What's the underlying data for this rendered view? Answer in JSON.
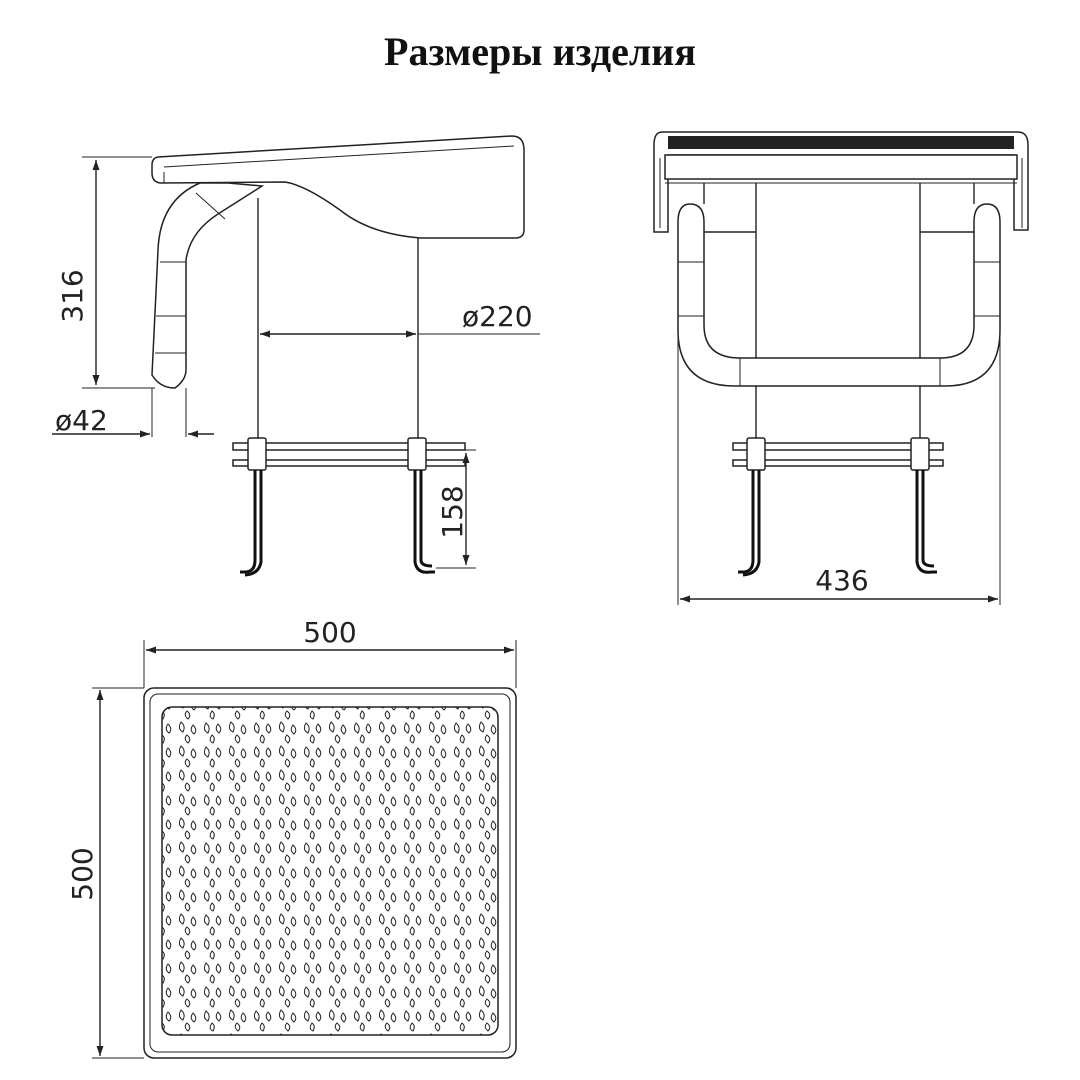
{
  "title": "Размеры изделия",
  "dimensions": {
    "height_316": "316",
    "tube_diameter": "42",
    "bolt_spacing": "220",
    "bolt_height": "158",
    "width_436": "436",
    "seat_width": "500",
    "seat_depth": "500"
  },
  "symbols": {
    "diameter": "ø"
  },
  "colors": {
    "line": "#222222",
    "background": "#ffffff"
  }
}
